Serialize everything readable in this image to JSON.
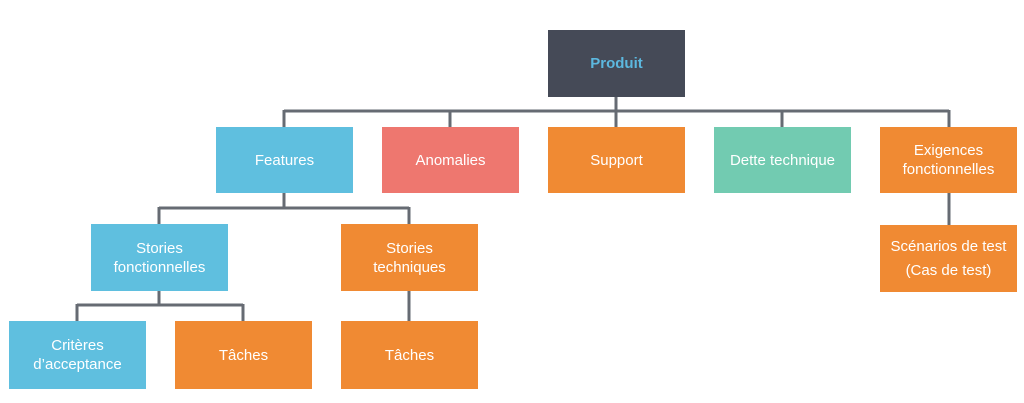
{
  "colors": {
    "root_bg": "#454a57",
    "root_text": "#5cb8df",
    "blue": "#5fbfdf",
    "red": "#ee776f",
    "orange": "#f08a33",
    "teal": "#72cbb1",
    "connector": "#666b73"
  },
  "nodes": {
    "produit": "Produit",
    "features": "Features",
    "anomalies": "Anomalies",
    "support": "Support",
    "dette_technique": "Dette technique",
    "exigences_fonctionnelles": "Exigences\nfonctionnelles",
    "stories_fonctionnelles": "Stories\nfonctionnelles",
    "stories_techniques": "Stories\ntechniques",
    "criteres_acceptance": "Critères\nd’acceptance",
    "taches_1": "Tâches",
    "taches_2": "Tâches",
    "scenarios_test": "Scénarios de test\n(Cas de test)"
  }
}
